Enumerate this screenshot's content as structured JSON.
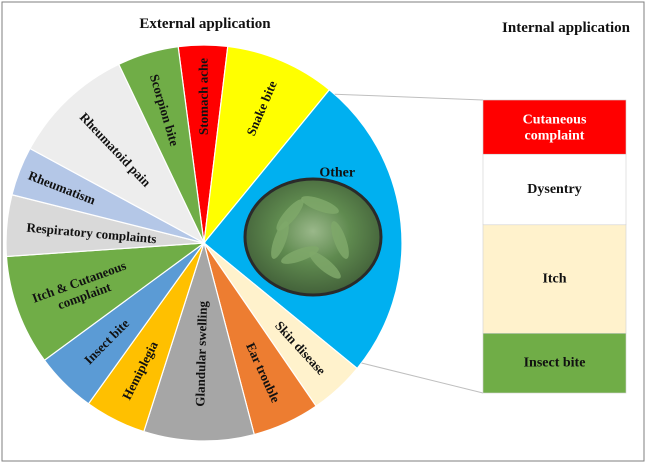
{
  "chart_data": {
    "type": "bar-of-pie",
    "titles": {
      "left": "External application",
      "right": "Internal application"
    },
    "pie": {
      "slices": [
        {
          "label": "Stomach ache",
          "value": 4,
          "color": "#ff0000"
        },
        {
          "label": "Snake bite",
          "value": 9,
          "color": "#ffff00"
        },
        {
          "label": "Other",
          "value": 25,
          "color": "#00b0f0"
        },
        {
          "label": "Skin disease",
          "value": 4.5,
          "color": "#fff2cc"
        },
        {
          "label": "Ear trouble",
          "value": 5.5,
          "color": "#ed7d31"
        },
        {
          "label": "Glandular swelling",
          "value": 9,
          "color": "#a6a6a6"
        },
        {
          "label": "Hemiplegia",
          "value": 5,
          "color": "#ffc000"
        },
        {
          "label": "Insect bite",
          "value": 5,
          "color": "#5b9bd5"
        },
        {
          "label": "Itch & Cutaneous complaint",
          "value": 9,
          "color": "#70ad47"
        },
        {
          "label": "Respiratory complaints",
          "value": 5,
          "color": "#d9d9d9"
        },
        {
          "label": "Rheumatism",
          "value": 4,
          "color": "#b4c7e7"
        },
        {
          "label": "Rheumatoid pain",
          "value": 10,
          "color": "#ededed"
        },
        {
          "label": "Scorpion bite",
          "value": 5,
          "color": "#70ad47"
        }
      ]
    },
    "bar": {
      "segments": [
        {
          "label": "Cutaneous complaint",
          "value": 5,
          "color": "#ff0000",
          "text_color": "#ffffff"
        },
        {
          "label": "Dysentry",
          "value": 6.5,
          "color": "#ffffff",
          "text_color": "#111111"
        },
        {
          "label": "Itch",
          "value": 10,
          "color": "#fff2cc",
          "text_color": "#111111"
        },
        {
          "label": "Insect bite",
          "value": 5.5,
          "color": "#70ad47",
          "text_color": "#111111"
        }
      ]
    }
  }
}
